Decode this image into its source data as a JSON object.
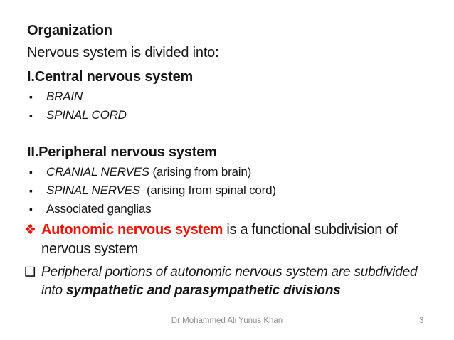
{
  "slide": {
    "heading": "Organization",
    "intro": "Nervous system is divided into:",
    "central": {
      "title": "I.Central nervous system",
      "item_brain": "BRAIN",
      "item_spinal_cord": "SPINAL CORD"
    },
    "peripheral": {
      "title": "II.Peripheral nervous system",
      "cranial_name": "CRANIAL NERVES",
      "cranial_note": "(arising from brain)",
      "spinal_name": "SPINAL NERVES",
      "spinal_note": "(arising from spinal cord)",
      "ganglia": "Associated ganglias"
    },
    "autonomic": {
      "highlight": "Autonomic nervous system",
      "line1_rest": "is a functional subdivision of",
      "line2": "nervous system"
    },
    "subdivision": {
      "line1": "Peripheral portions of autonomic nervous system are subdivided",
      "line2_lead": "into",
      "line2_emphasis": "sympathetic and parasympathetic divisions"
    },
    "icons": {
      "filled_square_bullet": "▪",
      "four_diamond_bullet": "❖",
      "hollow_square_bullet": "❑"
    },
    "footer": {
      "author": "Dr Mohammed Ali Yunus Khan",
      "page_number": "3"
    },
    "colors": {
      "accent_red": "#E81508",
      "text": "#161616",
      "footer_gray": "#8F8F8F"
    }
  }
}
